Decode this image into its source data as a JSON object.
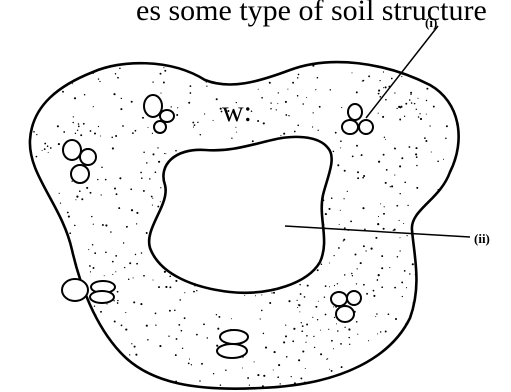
{
  "text_fragments": {
    "top_line": "es some type of soil structure",
    "left_fragment": "w:"
  },
  "labels": {
    "i": "(i)",
    "ii": "(ii)"
  },
  "colors": {
    "ink": "#000000",
    "paper": "#ffffff"
  }
}
